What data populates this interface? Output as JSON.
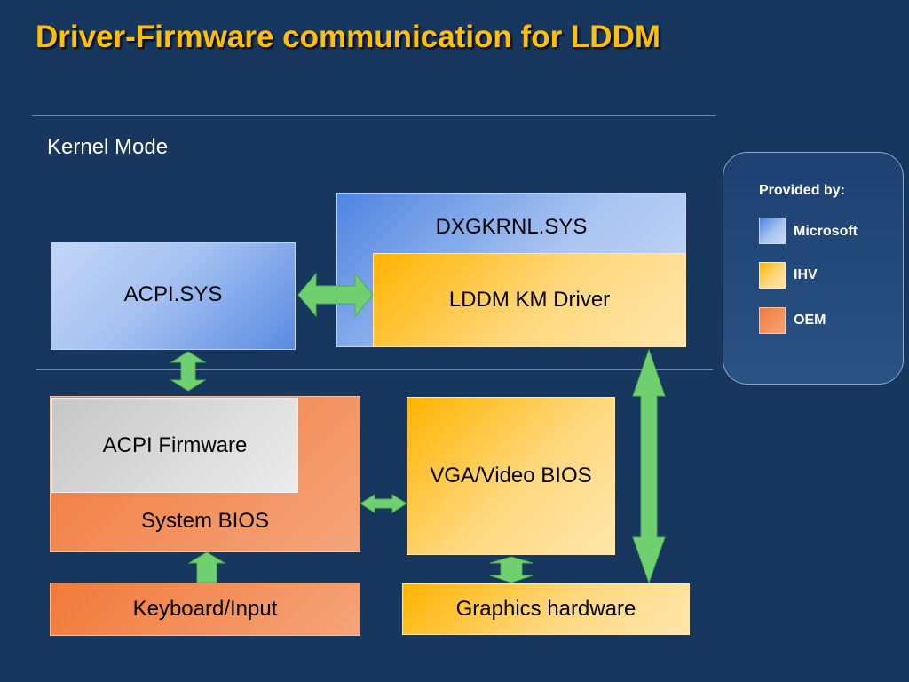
{
  "title": "Driver-Firmware communication for LDDM",
  "mode_label": "Kernel Mode",
  "boxes": {
    "dxgkrnl": "DXGKRNL.SYS",
    "lddm_km_driver": "LDDM KM Driver",
    "acpi_sys": "ACPI.SYS",
    "acpi_firmware": "ACPI Firmware",
    "system_bios": "System BIOS",
    "vga_bios": "VGA/Video BIOS",
    "keyboard_input": "Keyboard/Input",
    "graphics_hardware": "Graphics hardware"
  },
  "legend": {
    "title": "Provided by:",
    "items": [
      {
        "label": "Microsoft",
        "swatch": "microsoft"
      },
      {
        "label": "IHV",
        "swatch": "ihv"
      },
      {
        "label": "OEM",
        "swatch": "oem"
      }
    ]
  },
  "colors": {
    "title": "#ffc000",
    "background": "#17375e",
    "arrow": "#6fd06f",
    "microsoft": "#4f84e0",
    "ihv": "#ffb400",
    "oem": "#f27a3a"
  }
}
